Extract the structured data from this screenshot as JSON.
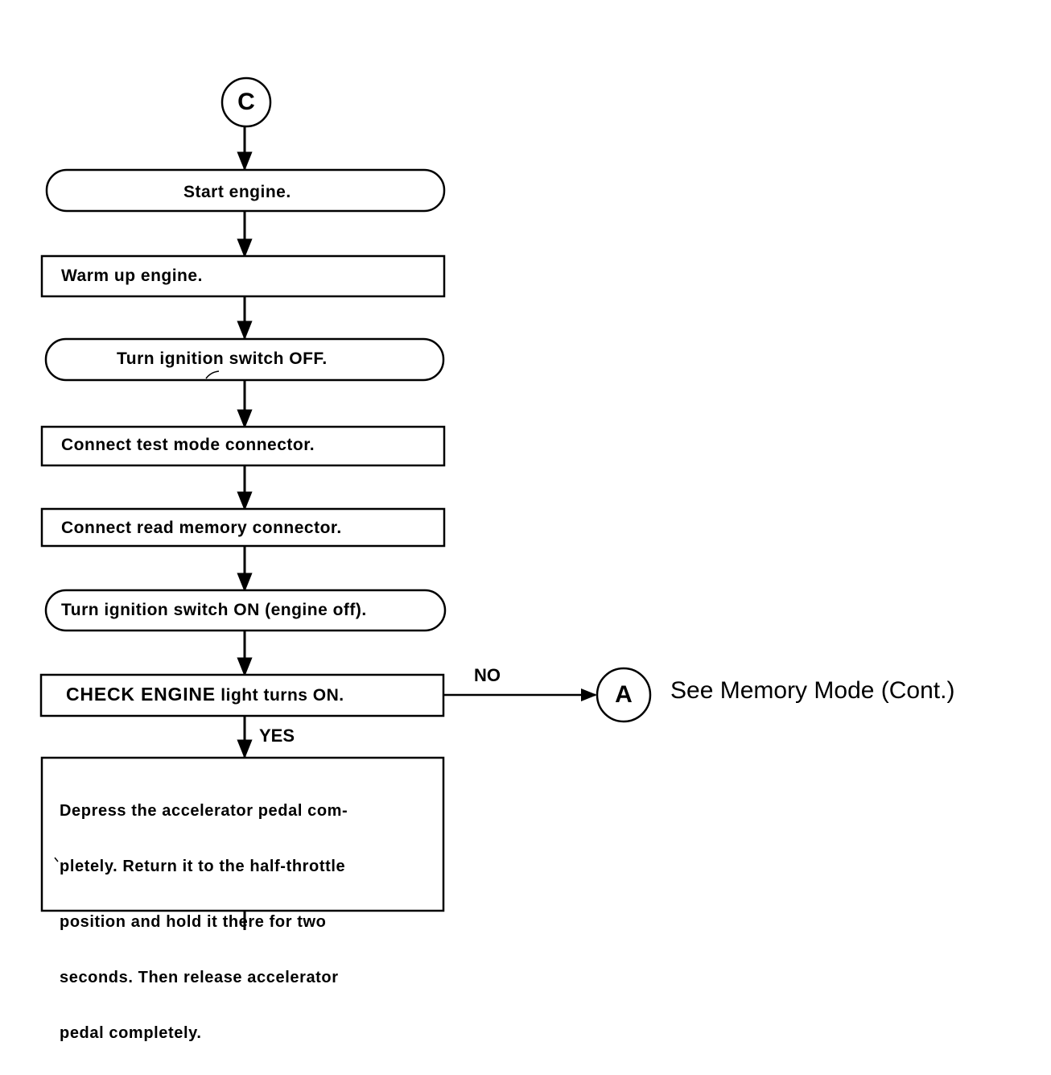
{
  "connectors": {
    "start": "C",
    "exit": "A"
  },
  "steps": [
    {
      "id": "start-engine",
      "shape": "rounded",
      "text": "Start engine."
    },
    {
      "id": "warm-up-engine",
      "shape": "rect",
      "text": "Warm up engine."
    },
    {
      "id": "ignition-off",
      "shape": "rounded",
      "text": "Turn ignition switch OFF."
    },
    {
      "id": "connect-test-mode",
      "shape": "rect",
      "text": "Connect test mode connector."
    },
    {
      "id": "connect-read-memory",
      "shape": "rect",
      "text": "Connect read memory connector."
    },
    {
      "id": "ignition-on",
      "shape": "rounded",
      "text": "Turn ignition switch ON (engine off)."
    },
    {
      "id": "check-engine-light",
      "shape": "rect",
      "text_strong": "CHECK ENGINE",
      "text_rest": "light turns ON."
    }
  ],
  "decision": {
    "no_label": "NO",
    "yes_label": "YES",
    "no_note": "See Memory Mode (Cont.)"
  },
  "final_step": {
    "lines": [
      "Depress the accelerator pedal com-",
      "pletely.  Return it to the half-throttle",
      "position and hold it there for two",
      "seconds.  Then release accelerator",
      "pedal completely."
    ]
  },
  "colors": {
    "line": "#000000",
    "background": "#ffffff"
  }
}
